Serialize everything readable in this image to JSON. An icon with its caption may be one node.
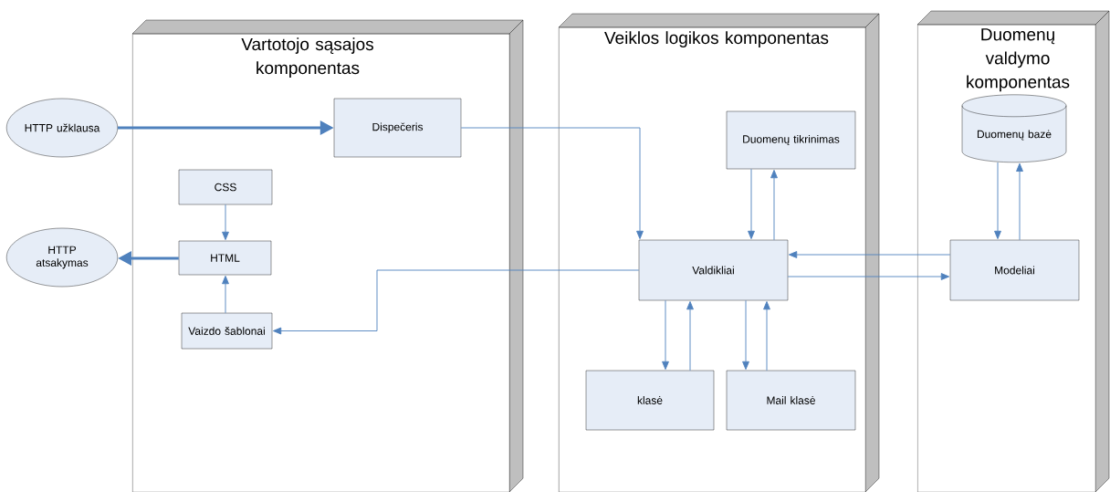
{
  "diagram": {
    "nodes": [
      {
        "text": [
          "HTTP užklausa"
        ]
      },
      {
        "text": [
          "HTTP atsakymas"
        ]
      },
      {
        "text": [
          "Vartotojo sąsajos komponentas"
        ]
      },
      {
        "text": [
          "Dispečeris"
        ],
        "in": 2
      },
      {
        "text": [
          "CSS"
        ],
        "in": 2
      },
      {
        "text": [
          "HTML"
        ],
        "in": 2
      },
      {
        "text": [
          "Vaizdo šablonai"
        ],
        "in": 2
      },
      {
        "text": [
          "Veiklos logikos komponentas"
        ]
      },
      {
        "text": [
          "Duomenų tikrinimas"
        ],
        "in": 7
      },
      {
        "text": [
          "Valdikliai"
        ],
        "in": 7
      },
      {
        "text": [
          "klasė"
        ],
        "in": 7
      },
      {
        "text": [
          "Mail klasė"
        ],
        "in": 7
      },
      {
        "text": [
          "Duomenų valdymo komponentas"
        ]
      },
      {
        "text": [
          "Duomenų bazė"
        ],
        "in": 12
      },
      {
        "text": [
          "Modeliai"
        ],
        "in": 12
      }
    ],
    "edges": [
      {
        "from": 0,
        "to": 3,
        "arrow": "to",
        "style": "thick"
      },
      {
        "from": 3,
        "to": 9,
        "arrow": "to"
      },
      {
        "from": 4,
        "to": 5,
        "arrow": "to"
      },
      {
        "from": 5,
        "to": 1,
        "arrow": "to",
        "style": "thick"
      },
      {
        "from": 6,
        "to": 5,
        "arrow": "to"
      },
      {
        "from": 9,
        "to": 6,
        "arrow": "to"
      },
      {
        "from": 9,
        "to": 8,
        "arrow": "to"
      },
      {
        "from": 8,
        "to": 9,
        "arrow": "to"
      },
      {
        "from": 14,
        "to": 9,
        "arrow": "to"
      },
      {
        "from": 9,
        "to": 14,
        "arrow": "to"
      },
      {
        "from": 14,
        "to": 13,
        "arrow": "to"
      },
      {
        "from": 13,
        "to": 14,
        "arrow": "to"
      },
      {
        "from": 9,
        "to": 10,
        "arrow": "to"
      },
      {
        "from": 10,
        "to": 9,
        "arrow": "to"
      },
      {
        "from": 9,
        "to": 11,
        "arrow": "to"
      },
      {
        "from": 11,
        "to": 9,
        "arrow": "to"
      }
    ]
  }
}
